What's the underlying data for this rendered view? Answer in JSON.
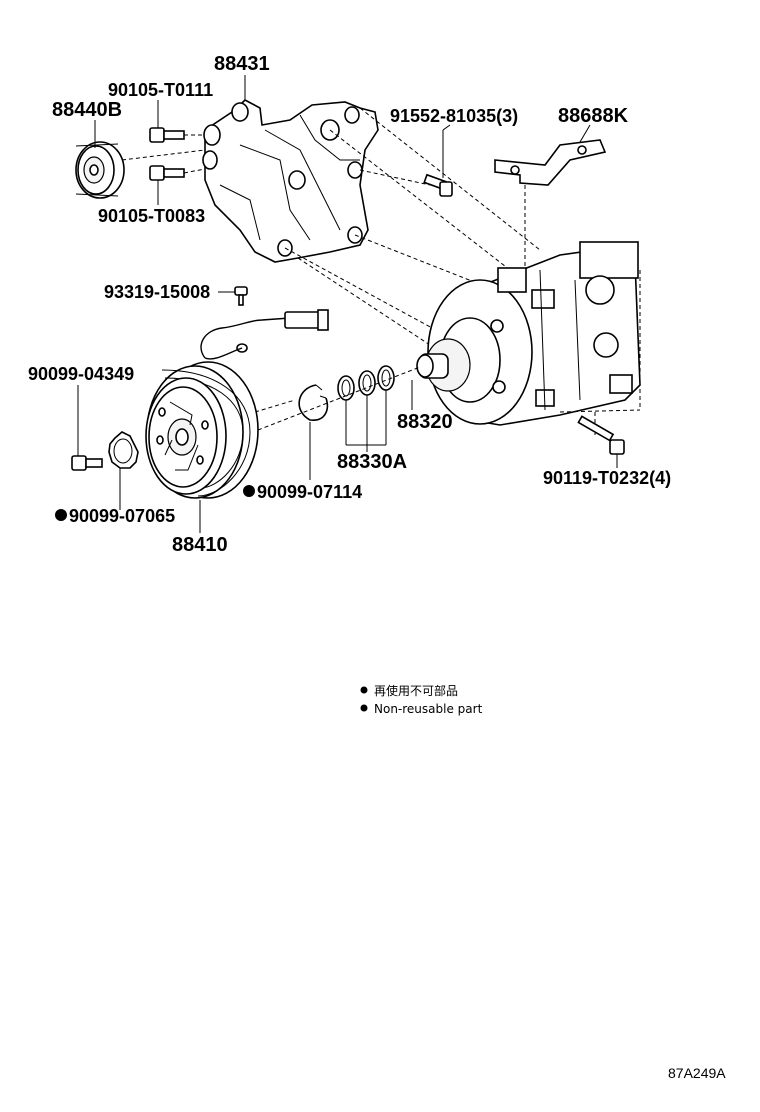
{
  "parts": {
    "p88440B": "88440B",
    "p90105_T0111": "90105-T0111",
    "p88431": "88431",
    "p90105_T0083": "90105-T0083",
    "p91552_81035": "91552-81035(3)",
    "p88688K": "88688K",
    "p93319_15008": "93319-15008",
    "p90099_04349": "90099-04349",
    "p90099_07065": "90099-07065",
    "p90099_07114": "90099-07114",
    "p88410": "88410",
    "p88320": "88320",
    "p88330A": "88330A",
    "p90119_T0232": "90119-T0232(4)"
  },
  "legend": {
    "line_jp": "再使用不可部品",
    "line_en": "Non-reusable part"
  },
  "diagram_id": "87A249A",
  "colors": {
    "ink": "#000000",
    "paper": "#ffffff"
  }
}
